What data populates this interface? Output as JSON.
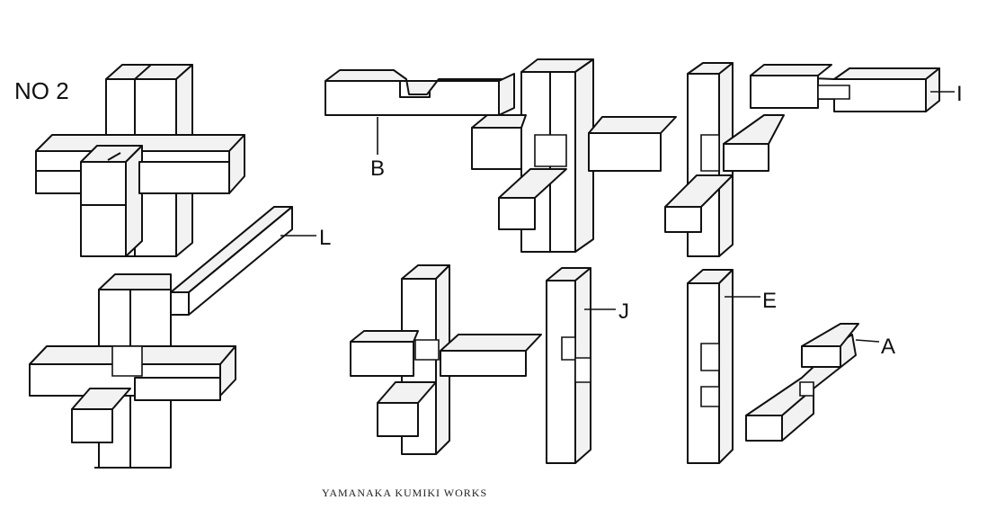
{
  "puzzle": {
    "title": "NO 2",
    "caption": "YAMANAKA KUMIKI WORKS",
    "piece_labels": {
      "b": "B",
      "i": "I",
      "l": "L",
      "j": "J",
      "e": "E",
      "a": "A"
    }
  }
}
